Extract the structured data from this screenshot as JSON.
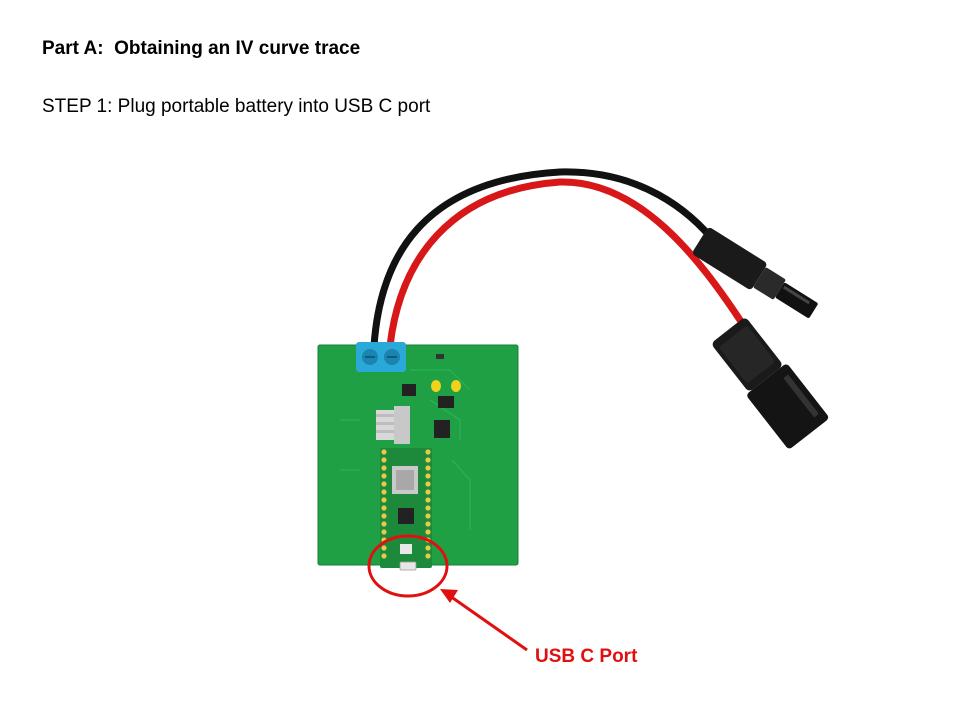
{
  "slide": {
    "heading": "Part A:  Obtaining an IV curve trace",
    "step": "STEP 1: Plug portable battery into USB C port",
    "callout": {
      "label": "USB C Port",
      "color": "#e01010"
    }
  },
  "colors": {
    "pcb": "#1fa045",
    "terminal": "#2aa8d8",
    "wire_red": "#d81818",
    "wire_black": "#111111",
    "pico": "#1c8a3a"
  }
}
